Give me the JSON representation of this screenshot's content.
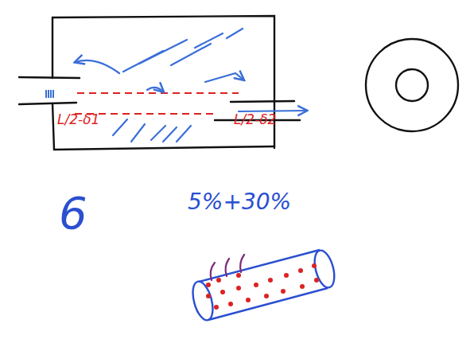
{
  "diagram": {
    "labels": [
      "L/2-δ1",
      "L/2-δ2",
      "6",
      "5%+30%"
    ]
  }
}
